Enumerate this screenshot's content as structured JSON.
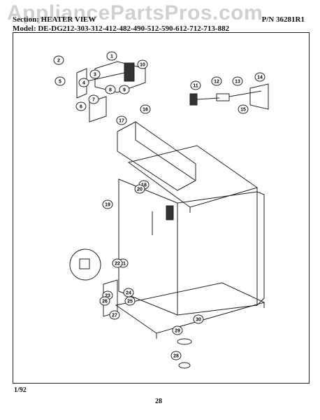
{
  "header": {
    "section_title": "Section: HEATER VIEW",
    "part_number": "P/N 36281R1",
    "model_label": "Model:",
    "model_numbers": "DE-DG212-303-312-412-482-490-512-590-612-712-713-882"
  },
  "watermark": "AppliancePartsPros.com",
  "callouts": [
    "1",
    "2",
    "3",
    "4",
    "5",
    "6",
    "7",
    "8",
    "9",
    "10",
    "11",
    "12",
    "13",
    "14",
    "15",
    "16",
    "17",
    "18",
    "19",
    "20",
    "21",
    "22",
    "23",
    "24",
    "25",
    "26",
    "27",
    "28",
    "29",
    "30"
  ],
  "footer": {
    "date": "1/92",
    "page_number": "28"
  }
}
